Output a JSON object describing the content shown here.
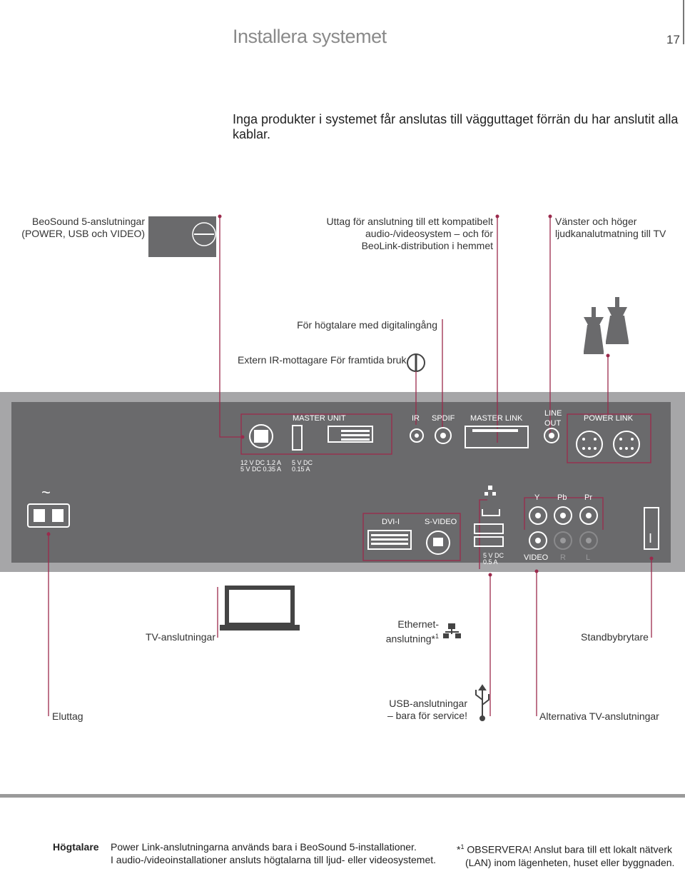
{
  "header": {
    "title": "Installera systemet",
    "page_number": "17"
  },
  "intro": "Inga produkter i systemet får anslutas till vägguttaget förrän du har anslutit alla kablar.",
  "callouts": {
    "beosound_line1": "BeoSound 5-anslutningar",
    "beosound_line2": "(POWER, USB och VIDEO)",
    "uttag_line1": "Uttag för anslutning till ett kompatibelt",
    "uttag_line2": "audio-/videosystem – och för",
    "uttag_line3": "BeoLink-distribution i hemmet",
    "vh_line1": "Vänster och höger",
    "vh_line2": "ljudkanalutmatning till TV",
    "digital": "För högtalare med digitalingång",
    "extern_ir": "Extern IR-mottagare",
    "framtida": "För framtida bruk",
    "tv": "TV-anslutningar",
    "ethernet_line1": "Ethernet-",
    "ethernet_line2": "anslutning*",
    "ethernet_sup": "1",
    "standby": "Standbybrytare",
    "eluttag": "Eluttag",
    "usb_line1": "USB-anslutningar",
    "usb_line2": "– bara för service!",
    "alt_tv": "Alternativa TV-anslutningar"
  },
  "panel": {
    "master_unit": "MASTER UNIT",
    "ir": "IR",
    "spdif": "SPDIF",
    "master_link": "MASTER LINK",
    "line_out_1": "LINE",
    "line_out_2": "OUT",
    "power_link": "POWER LINK",
    "power_spec_1": "12 V DC 1.2 A",
    "power_spec_2": "5 V DC 0.35 A",
    "usb_spec_1": "5 V DC",
    "usb_spec_2": "0.15 A",
    "dvi": "DVI-I",
    "svideo": "S-VIDEO",
    "usb2_spec_1": "5 V DC",
    "usb2_spec_2": "0.5 A",
    "y": "Y",
    "pb": "Pb",
    "pr": "Pr",
    "video": "VIDEO",
    "r": "R",
    "l": "L",
    "tilde": "~",
    "switch_mark": "I"
  },
  "footer": {
    "heading": "Högtalare",
    "text_line1": "Power Link-anslutningarna används bara i BeoSound 5-installationer.",
    "text_line2": "I audio-/videoinstallationer ansluts högtalarna till ljud- eller videosystemet.",
    "note_prefix": "*",
    "note_sup": "1",
    "note_line1": " OBSERVERA! Anslut bara till ett lokalt nätverk",
    "note_line2": "(LAN) inom lägenheten, huset eller byggnaden."
  },
  "colors": {
    "accent": "#9b2a4c",
    "panel": "#6a6a6c",
    "panel_border": "#a6a6a8"
  }
}
